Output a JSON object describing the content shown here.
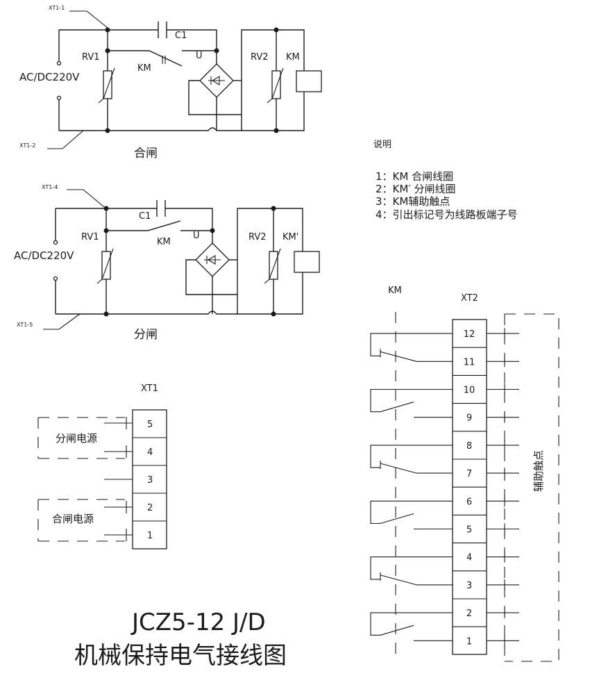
{
  "close_circuit": {
    "terminal_top": "XT1-1",
    "terminal_bottom": "XT1-2",
    "supply": "AC/DC220V",
    "capacitor": "C1",
    "varistor1": "RV1",
    "varistor2": "RV2",
    "contact": "KM",
    "bridge": "U",
    "coil": "KM",
    "caption": "合闸"
  },
  "open_circuit": {
    "terminal_top": "XT1-4",
    "terminal_bottom": "XT1-5",
    "supply": "AC/DC220V",
    "capacitor": "C1",
    "varistor1": "RV1",
    "varistor2": "RV2",
    "contact": "KM",
    "bridge": "U",
    "coil": "KM'",
    "caption": "分闸"
  },
  "notes": {
    "heading": "说明",
    "items": [
      "1：KM 合闸线圈",
      "2：KM′ 分闸线圈",
      "3：KM辅助触点",
      "4：引出标记号为线路板端子号"
    ]
  },
  "xt1": {
    "label": "XT1",
    "terminals": [
      "5",
      "4",
      "3",
      "2",
      "1"
    ],
    "group_open": "分闸电源",
    "group_close": "合闸电源"
  },
  "xt2": {
    "label": "XT2",
    "contact_label": "KM",
    "terminals": [
      "12",
      "11",
      "10",
      "9",
      "8",
      "7",
      "6",
      "5",
      "4",
      "3",
      "2",
      "1"
    ],
    "side_label": "辅助触点"
  },
  "title": {
    "model": "JCZ5-12 J/D",
    "subtitle": "机械保持电气接线图"
  }
}
